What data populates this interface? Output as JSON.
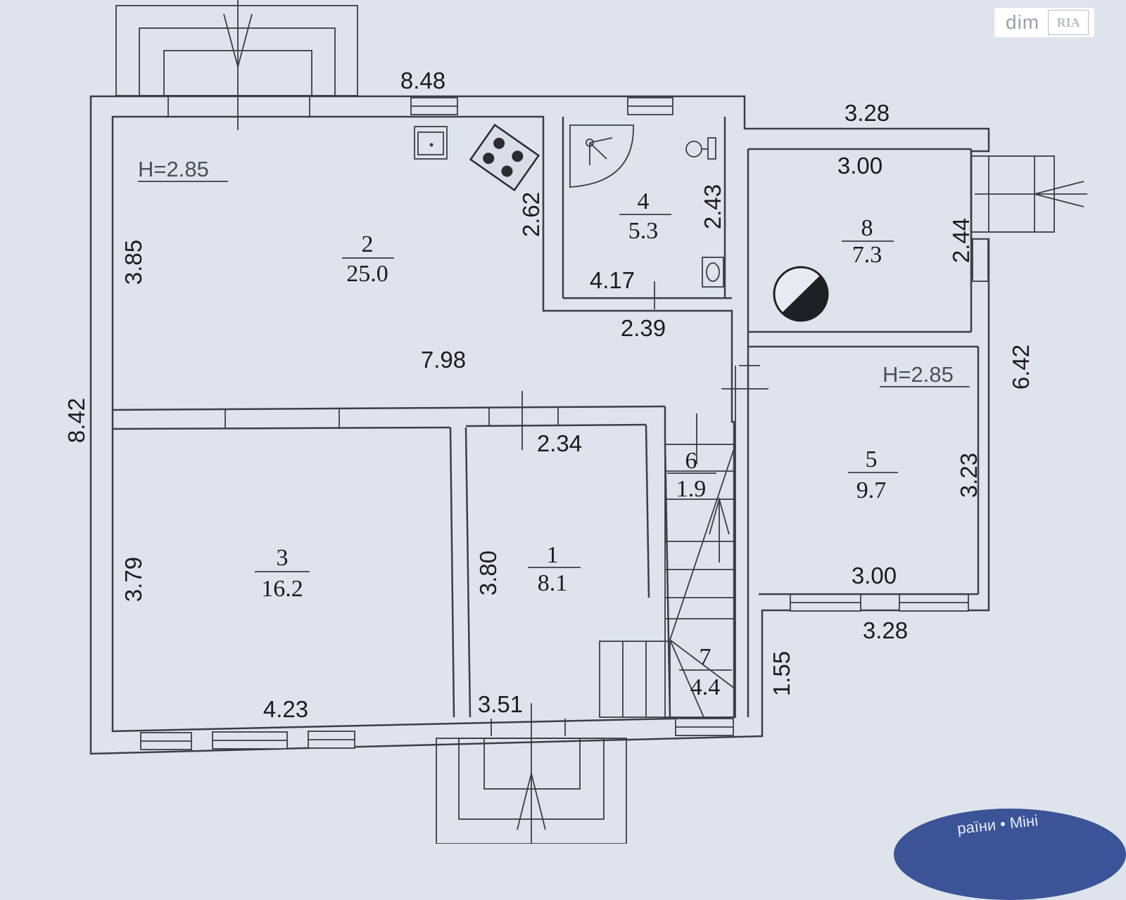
{
  "watermark": {
    "brand": "dim",
    "badge": "RIA"
  },
  "ceiling_heights": [
    "H=2.85",
    "H=2.85"
  ],
  "rooms": [
    {
      "number": "1",
      "area": "8.1"
    },
    {
      "number": "2",
      "area": "25.0"
    },
    {
      "number": "3",
      "area": "16.2"
    },
    {
      "number": "4",
      "area": "5.3"
    },
    {
      "number": "5",
      "area": "9.7"
    },
    {
      "number": "6",
      "area": "1.9"
    },
    {
      "number": "7",
      "area": "4.4"
    },
    {
      "number": "8",
      "area": "7.3"
    }
  ],
  "dimensions": {
    "top_overall": "8.48",
    "left_overall": "8.42",
    "r2_left": "3.85",
    "r2_width": "7.98",
    "r2_niche": "2.62",
    "r4_width": "4.17",
    "r4_height": "2.43",
    "hall_width": "2.39",
    "r1_top": "2.34",
    "r1_height": "3.80",
    "r1_bottom": "3.51",
    "r3_height": "3.79",
    "r3_width": "4.23",
    "r8_outer_top": "3.28",
    "r8_inner_top": "3.00",
    "r8_height": "2.44",
    "r5_height": "3.23",
    "r5_inner_bottom": "3.00",
    "r5_outer_bottom": "3.28",
    "right_overall": "6.42",
    "stair_side": "1.55"
  },
  "stamp_text": "раїни • Міні"
}
